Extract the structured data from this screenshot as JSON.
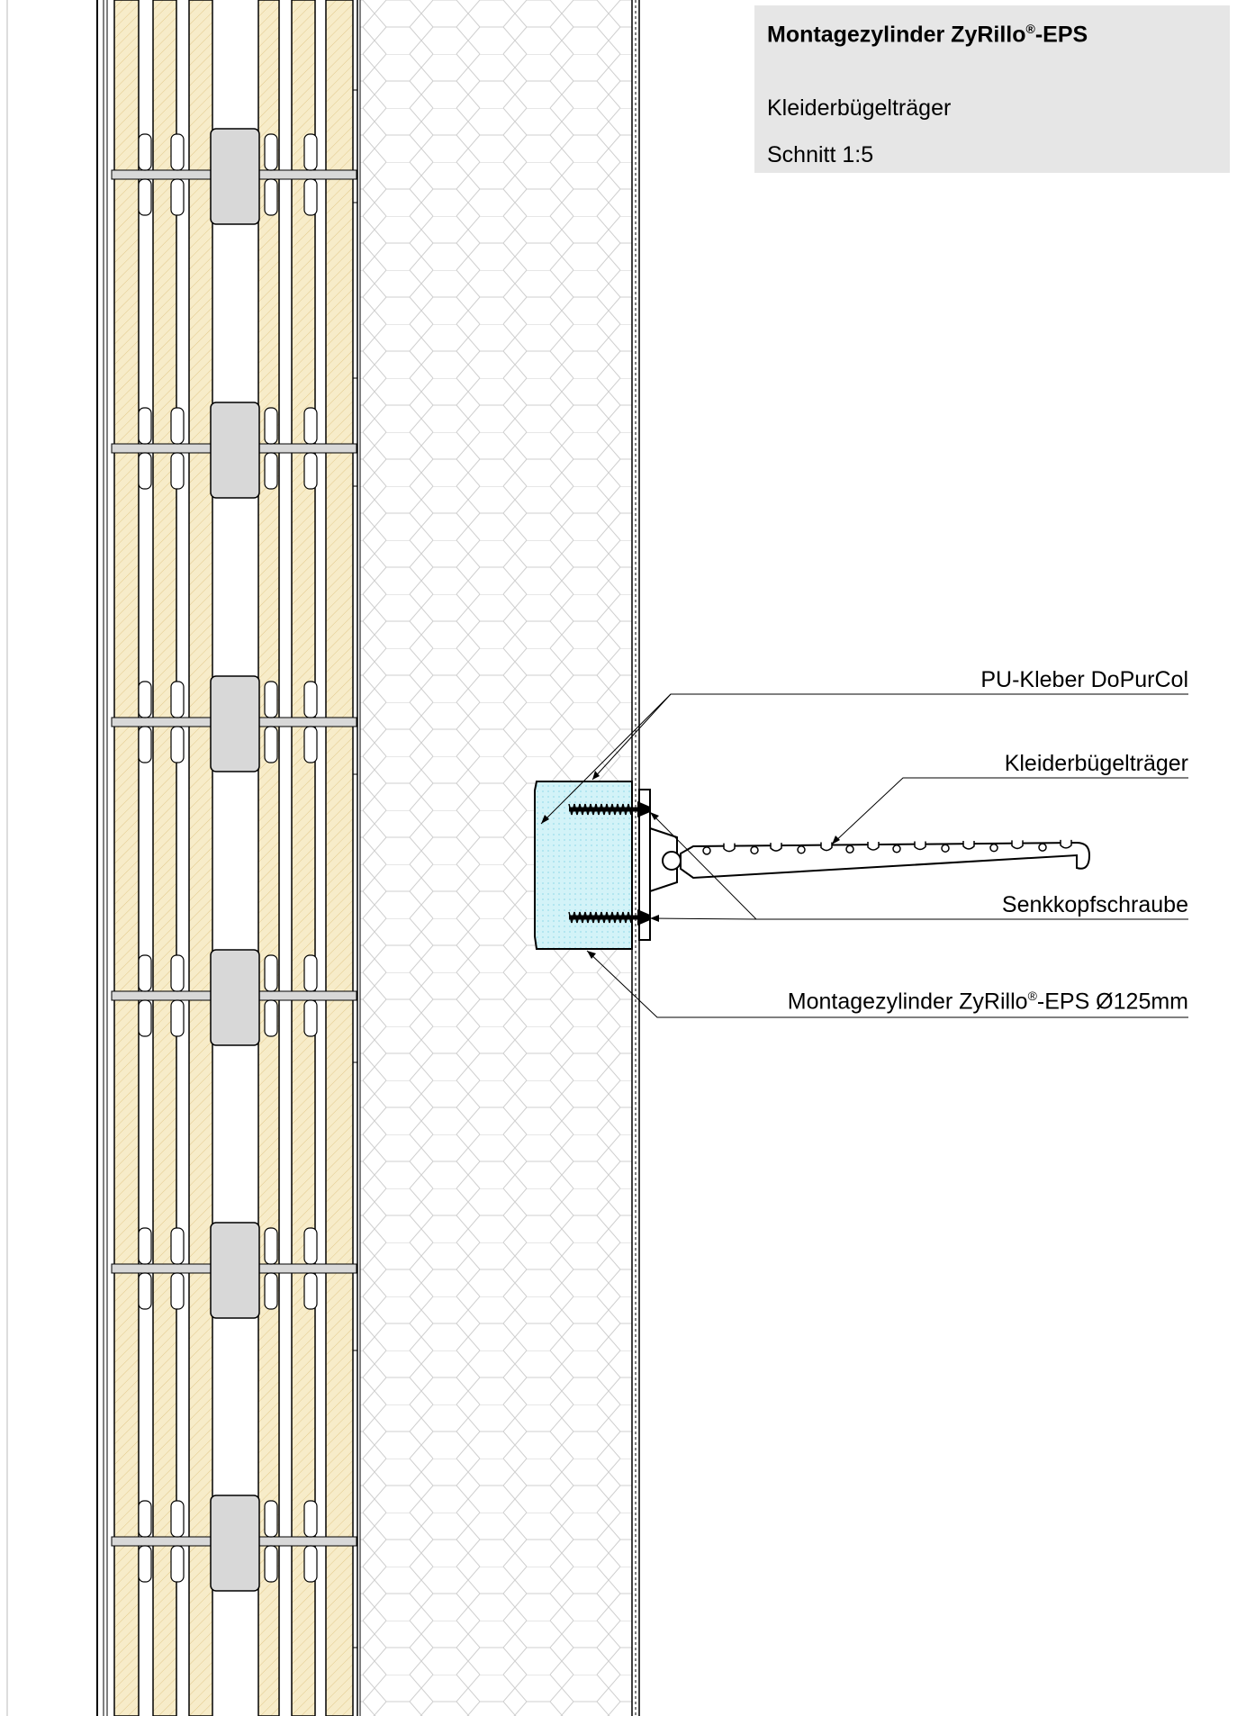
{
  "title": {
    "main_prefix": "Montagezylinder ZyRillo",
    "main_reg": "®",
    "main_suffix": "-EPS",
    "subtitle": "Kleiderbügelträger",
    "scale": "Schnitt 1:5"
  },
  "callouts": {
    "adhesive": "PU-Kleber DoPurCol",
    "hanger": "Kleiderbügelträger",
    "screw": "Senkkopfschraube",
    "cylinder_prefix": "Montagezylinder ZyRillo",
    "cylinder_reg": "®",
    "cylinder_suffix": "-EPS Ø125mm"
  },
  "colors": {
    "brick": "#f7ecc9",
    "mortar": "#d8d8d8",
    "eps_pattern": "#cfcfcf",
    "cylinder": "#d3f3f8",
    "title_bg": "#e6e6e6"
  }
}
